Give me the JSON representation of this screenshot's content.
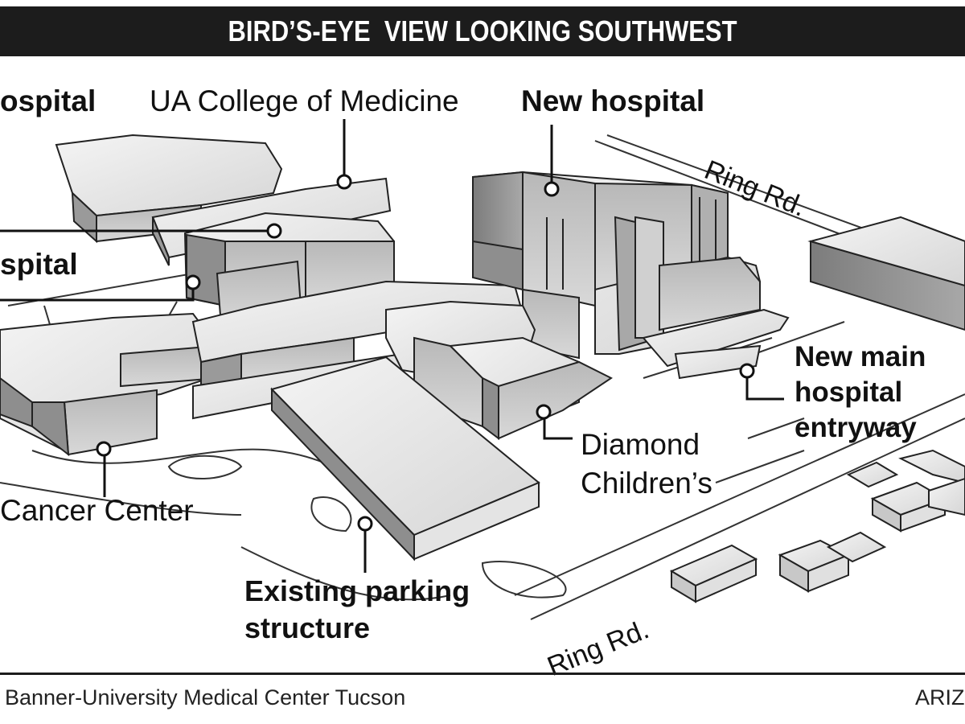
{
  "header": {
    "title": "BIRD’S-EYE  VIEW LOOKING SOUTHWEST"
  },
  "labels": {
    "hospital_top_partial": "ospital",
    "ua_college": "UA College of Medicine",
    "new_hospital": "New hospital",
    "ring_rd_top": "Ring Rd.",
    "hospital_mid_partial": "spital",
    "new_main_line1": "New main",
    "new_main_line2": "hospital",
    "new_main_line3": "entryway",
    "diamond_line1": "Diamond",
    "diamond_line2": "Children’s",
    "cancer_center": "Cancer Center",
    "parking_line1": "Existing parking",
    "parking_line2": "structure",
    "ring_rd_bottom": "Ring Rd."
  },
  "footer": {
    "source": "Banner-University Medical Center Tucson",
    "credit": "ARIZ"
  },
  "colors": {
    "header_bg": "#1c1c1c",
    "header_text": "#ffffff",
    "building_light": "#ececec",
    "building_mid": "#c4c4c4",
    "building_dark": "#8e8e8e"
  }
}
